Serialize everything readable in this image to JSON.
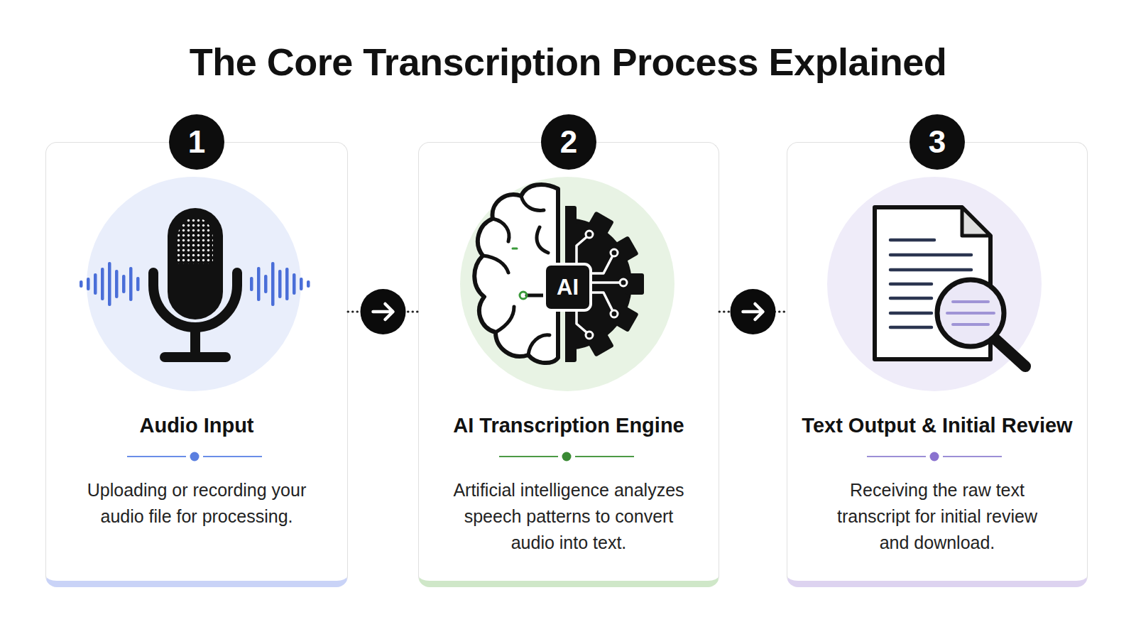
{
  "diagram": {
    "title": "The Core Transcription Process Explained",
    "nodes": [
      {
        "text": [
          "Audio Input",
          "Uploading or recording your audio file for processing."
        ]
      },
      {
        "text": [
          "1"
        ],
        "in": 0
      },
      {
        "text": [
          "AI Transcription Engine",
          "Artificial intelligence analyzes speech patterns to convert audio into text."
        ]
      },
      {
        "text": [
          "2"
        ],
        "in": 2
      },
      {
        "text": [
          "Text Output & Initial Review",
          "Receiving the raw text transcript for initial review and download."
        ]
      },
      {
        "text": [
          "3"
        ],
        "in": 4
      }
    ],
    "edges": [
      {
        "from": 0,
        "to": 2,
        "arrow": "to"
      },
      {
        "from": 2,
        "to": 4,
        "arrow": "to"
      }
    ],
    "labels": [
      "AI"
    ]
  }
}
